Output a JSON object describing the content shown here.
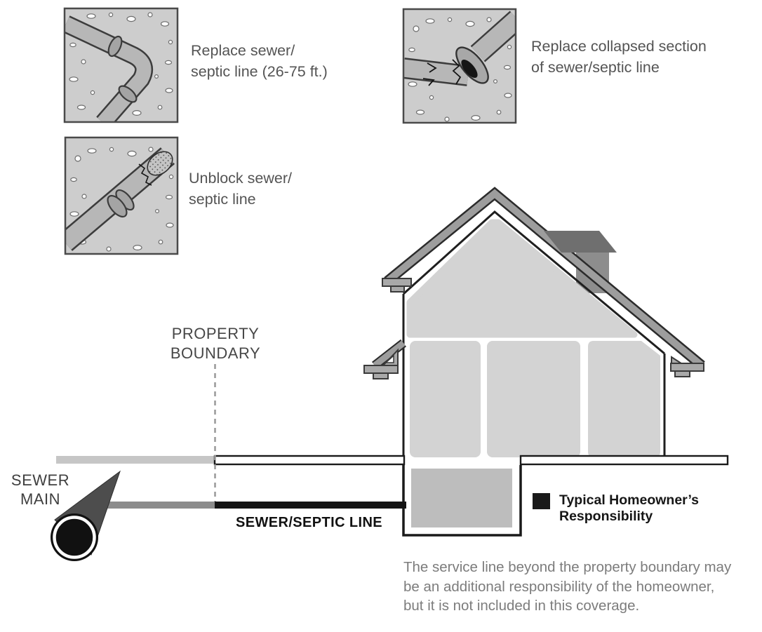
{
  "callouts": {
    "replace_line": {
      "line1": "Replace sewer/",
      "line2": "septic line (26-75 ft.)"
    },
    "replace_collapsed": {
      "line1": "Replace collapsed section",
      "line2": "of sewer/septic line"
    },
    "unblock": {
      "line1": "Unblock sewer/",
      "line2": "septic line"
    }
  },
  "diagram": {
    "property_boundary": {
      "line1": "PROPERTY",
      "line2": "BOUNDARY"
    },
    "sewer_main": {
      "line1": "SEWER",
      "line2": "MAIN"
    },
    "service_line_label": "SEWER/SEPTIC LINE",
    "legend": {
      "line1": "Typical Homeowner’s",
      "line2": "Responsibility"
    },
    "note": {
      "line1": "The service line beyond the property boundary may",
      "line2": "be an additional responsibility of the homeowner,",
      "line3": "but it is not included in this coverage."
    }
  },
  "colors": {
    "coverage_line_black": "#141414",
    "uncovered_line_gray": "#8c8c8c",
    "street_ground_gray": "#c6c6c6",
    "legend_swatch": "#1a1a1a",
    "note_text_gray": "#7c7c7c"
  }
}
